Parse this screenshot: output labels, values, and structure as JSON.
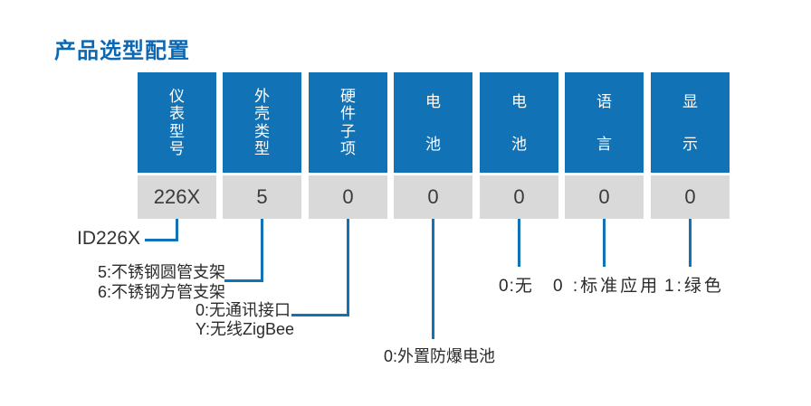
{
  "title": "产品选型配置",
  "colors": {
    "primary_blue": "#1272b6",
    "title_blue": "#0d68b4",
    "value_row_bg": "#d9d9d9",
    "value_text": "#3a3a3a",
    "note_text": "#2b2b2b"
  },
  "columns": [
    {
      "header": "仪表型号",
      "value": "226X"
    },
    {
      "header": "外壳类型",
      "value": "5"
    },
    {
      "header": "硬件子项",
      "value": "0"
    },
    {
      "header": "电池",
      "value": "0"
    },
    {
      "header": "电池",
      "value": "0"
    },
    {
      "header": "语言",
      "value": "0"
    },
    {
      "header": "显示",
      "value": "0"
    }
  ],
  "notes": {
    "model": {
      "text": "ID226X"
    },
    "housing": {
      "line1": "5:不锈钢圆管支架",
      "line2": "6:不锈钢方管支架"
    },
    "hardware": {
      "line1": "0:无通讯接口",
      "line2": "Y:无线ZigBee"
    },
    "battery1": {
      "text": "0:外置防爆电池"
    },
    "battery2": {
      "text": "0:无"
    },
    "language": {
      "text": "0 :标准应用"
    },
    "display": {
      "text": "1:绿色"
    }
  }
}
